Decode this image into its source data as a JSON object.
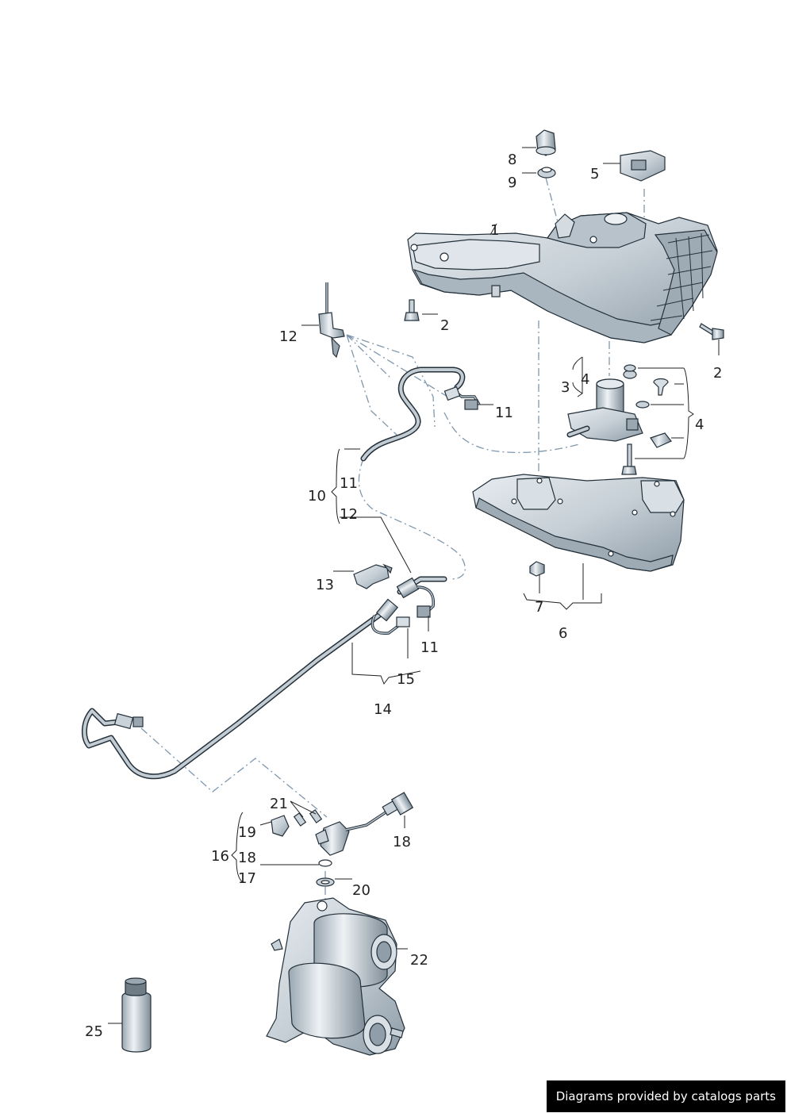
{
  "callouts": {
    "c1": "1",
    "c2a": "2",
    "c2b": "2",
    "c3": "3",
    "c4a": "4",
    "c4b": "4",
    "c5": "5",
    "c6": "6",
    "c7": "7",
    "c8": "8",
    "c9": "9",
    "c10": "10",
    "c11a": "11",
    "c11b": "11",
    "c11c": "11",
    "c12a": "12",
    "c12b": "12",
    "c13": "13",
    "c14": "14",
    "c15": "15",
    "c16": "16",
    "c17": "17",
    "c18a": "18",
    "c18b": "18",
    "c19": "19",
    "c20": "20",
    "c21": "21",
    "c22": "22",
    "c25": "25"
  },
  "footer": {
    "text": "Diagrams provided by catalogs parts"
  },
  "colors": {
    "part_fill": "#c9d2d9",
    "part_shade": "#8f9ea9",
    "outline": "#23303a",
    "leader": "#222222",
    "dash_line": "#7f97ad",
    "footer_bg": "#000000",
    "footer_text": "#ffffff"
  }
}
